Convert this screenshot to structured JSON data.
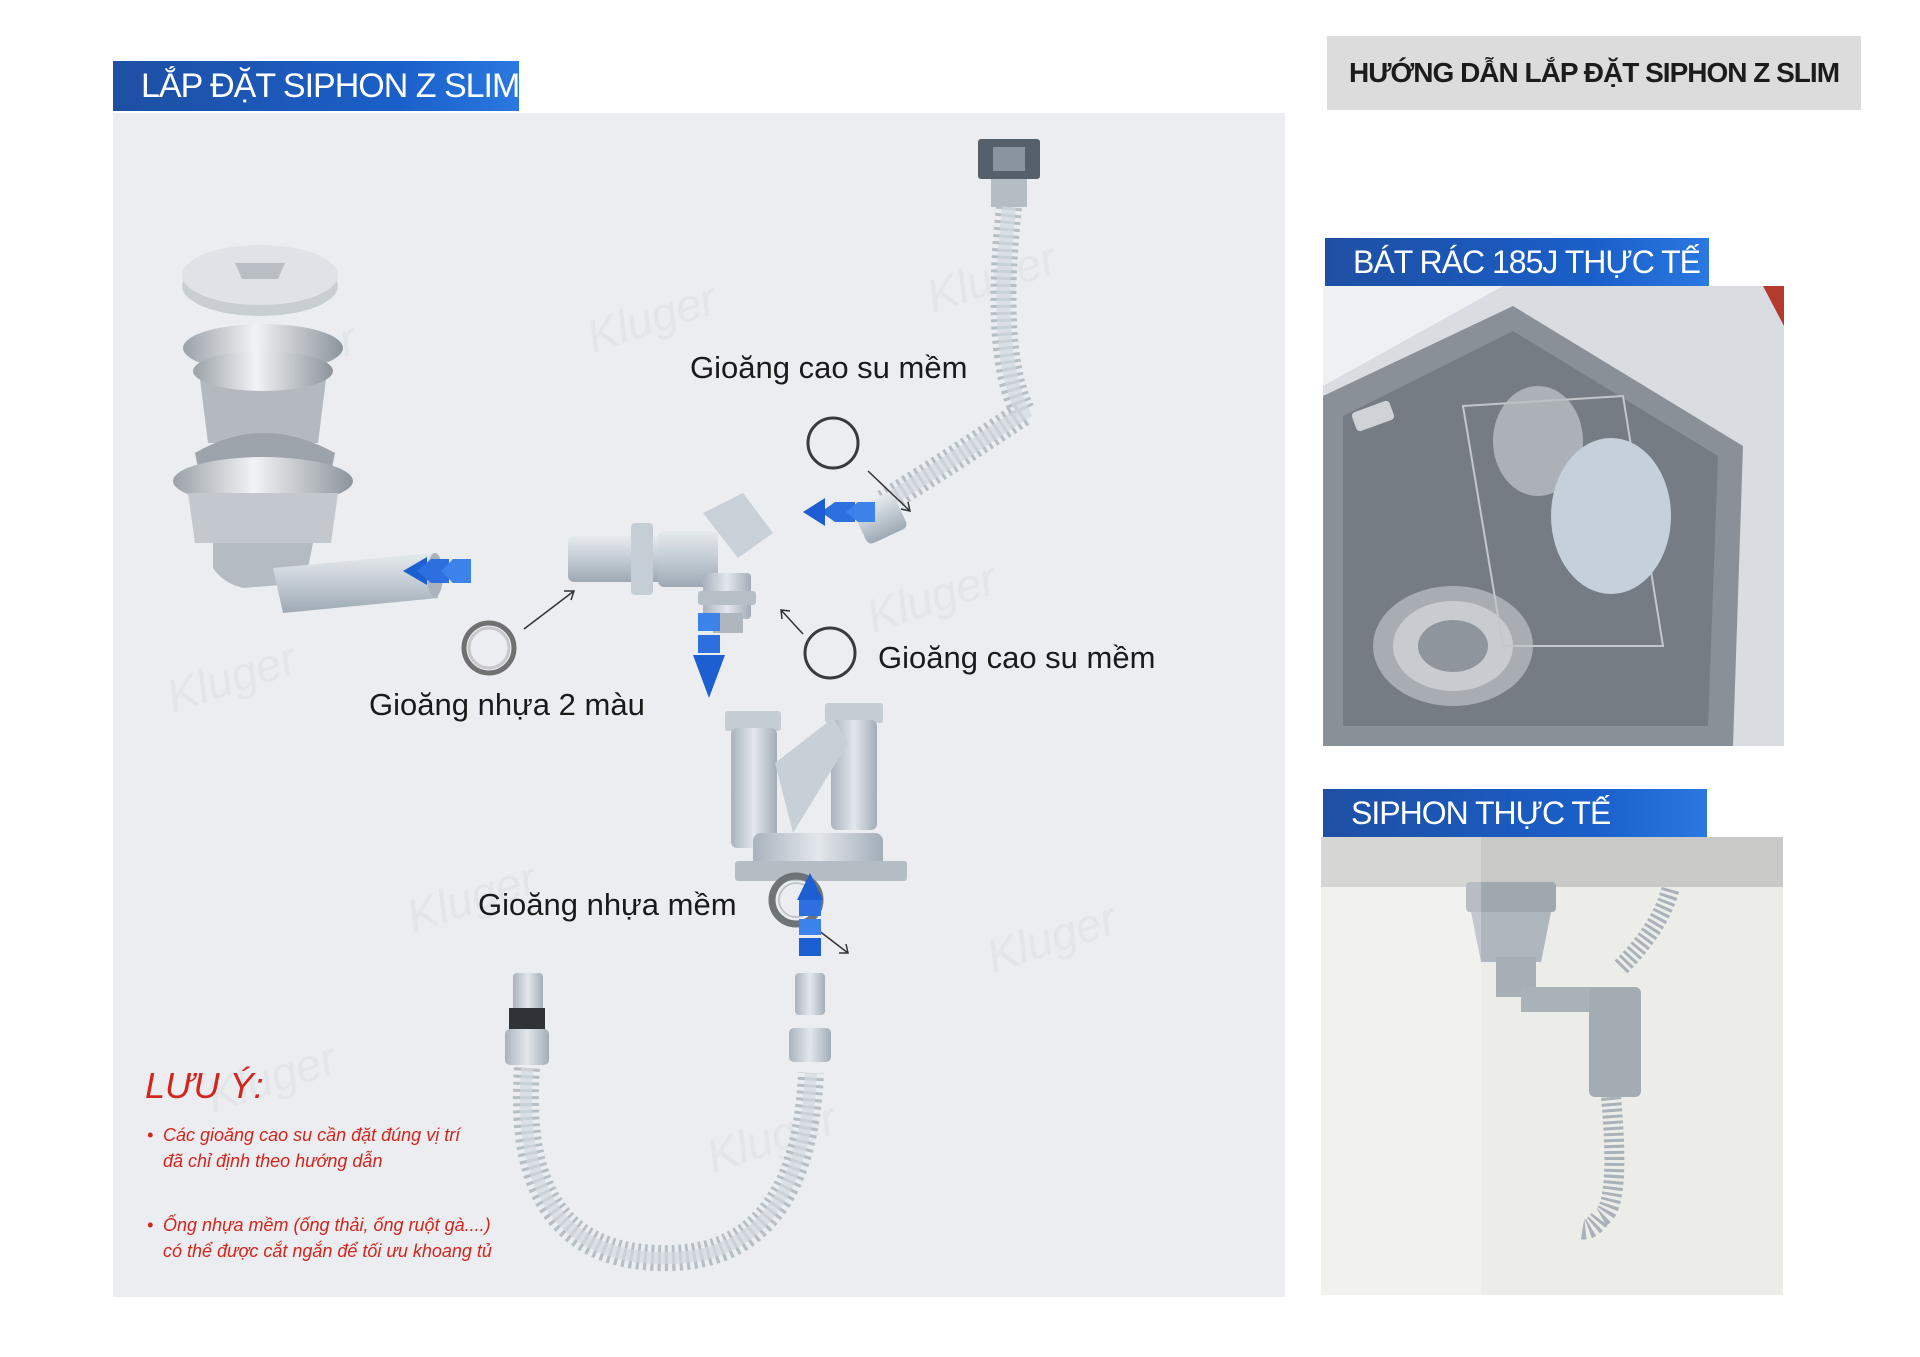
{
  "header": {
    "section_title": "LẮP ĐẶT SIPHON Z SLIM",
    "guide_title": "HƯỚNG DẪN LẮP ĐẶT SIPHON Z SLIM"
  },
  "diagram": {
    "labels": {
      "soft_rubber_top": "Gioăng cao su mềm",
      "soft_rubber_mid": "Gioăng cao su mềm",
      "two_color_plastic": "Gioăng nhựa 2 màu",
      "soft_plastic": "Gioăng nhựa mềm"
    },
    "watermark": "Kluger"
  },
  "notes": {
    "title": "LƯU Ý:",
    "items": [
      {
        "line1": "Các gioăng cao su cần đặt đúng vị trí",
        "line2": "đã chỉ định theo hướng dẫn"
      },
      {
        "line1": "Ống nhựa mềm (ống thải, ống ruột gà....)",
        "line2": "có thể được cắt ngắn để tối ưu khoang tủ"
      }
    ]
  },
  "side_panels": {
    "bin_title": "BÁT RÁC 185J THỰC TẾ",
    "siphon_title": "SIPHON THỰC TẾ"
  },
  "colors": {
    "brand_blue": "#1a5fc9",
    "note_red": "#d4251c",
    "panel_bg": "#ebedf0",
    "arrow_blue": "#1b5fd0"
  }
}
